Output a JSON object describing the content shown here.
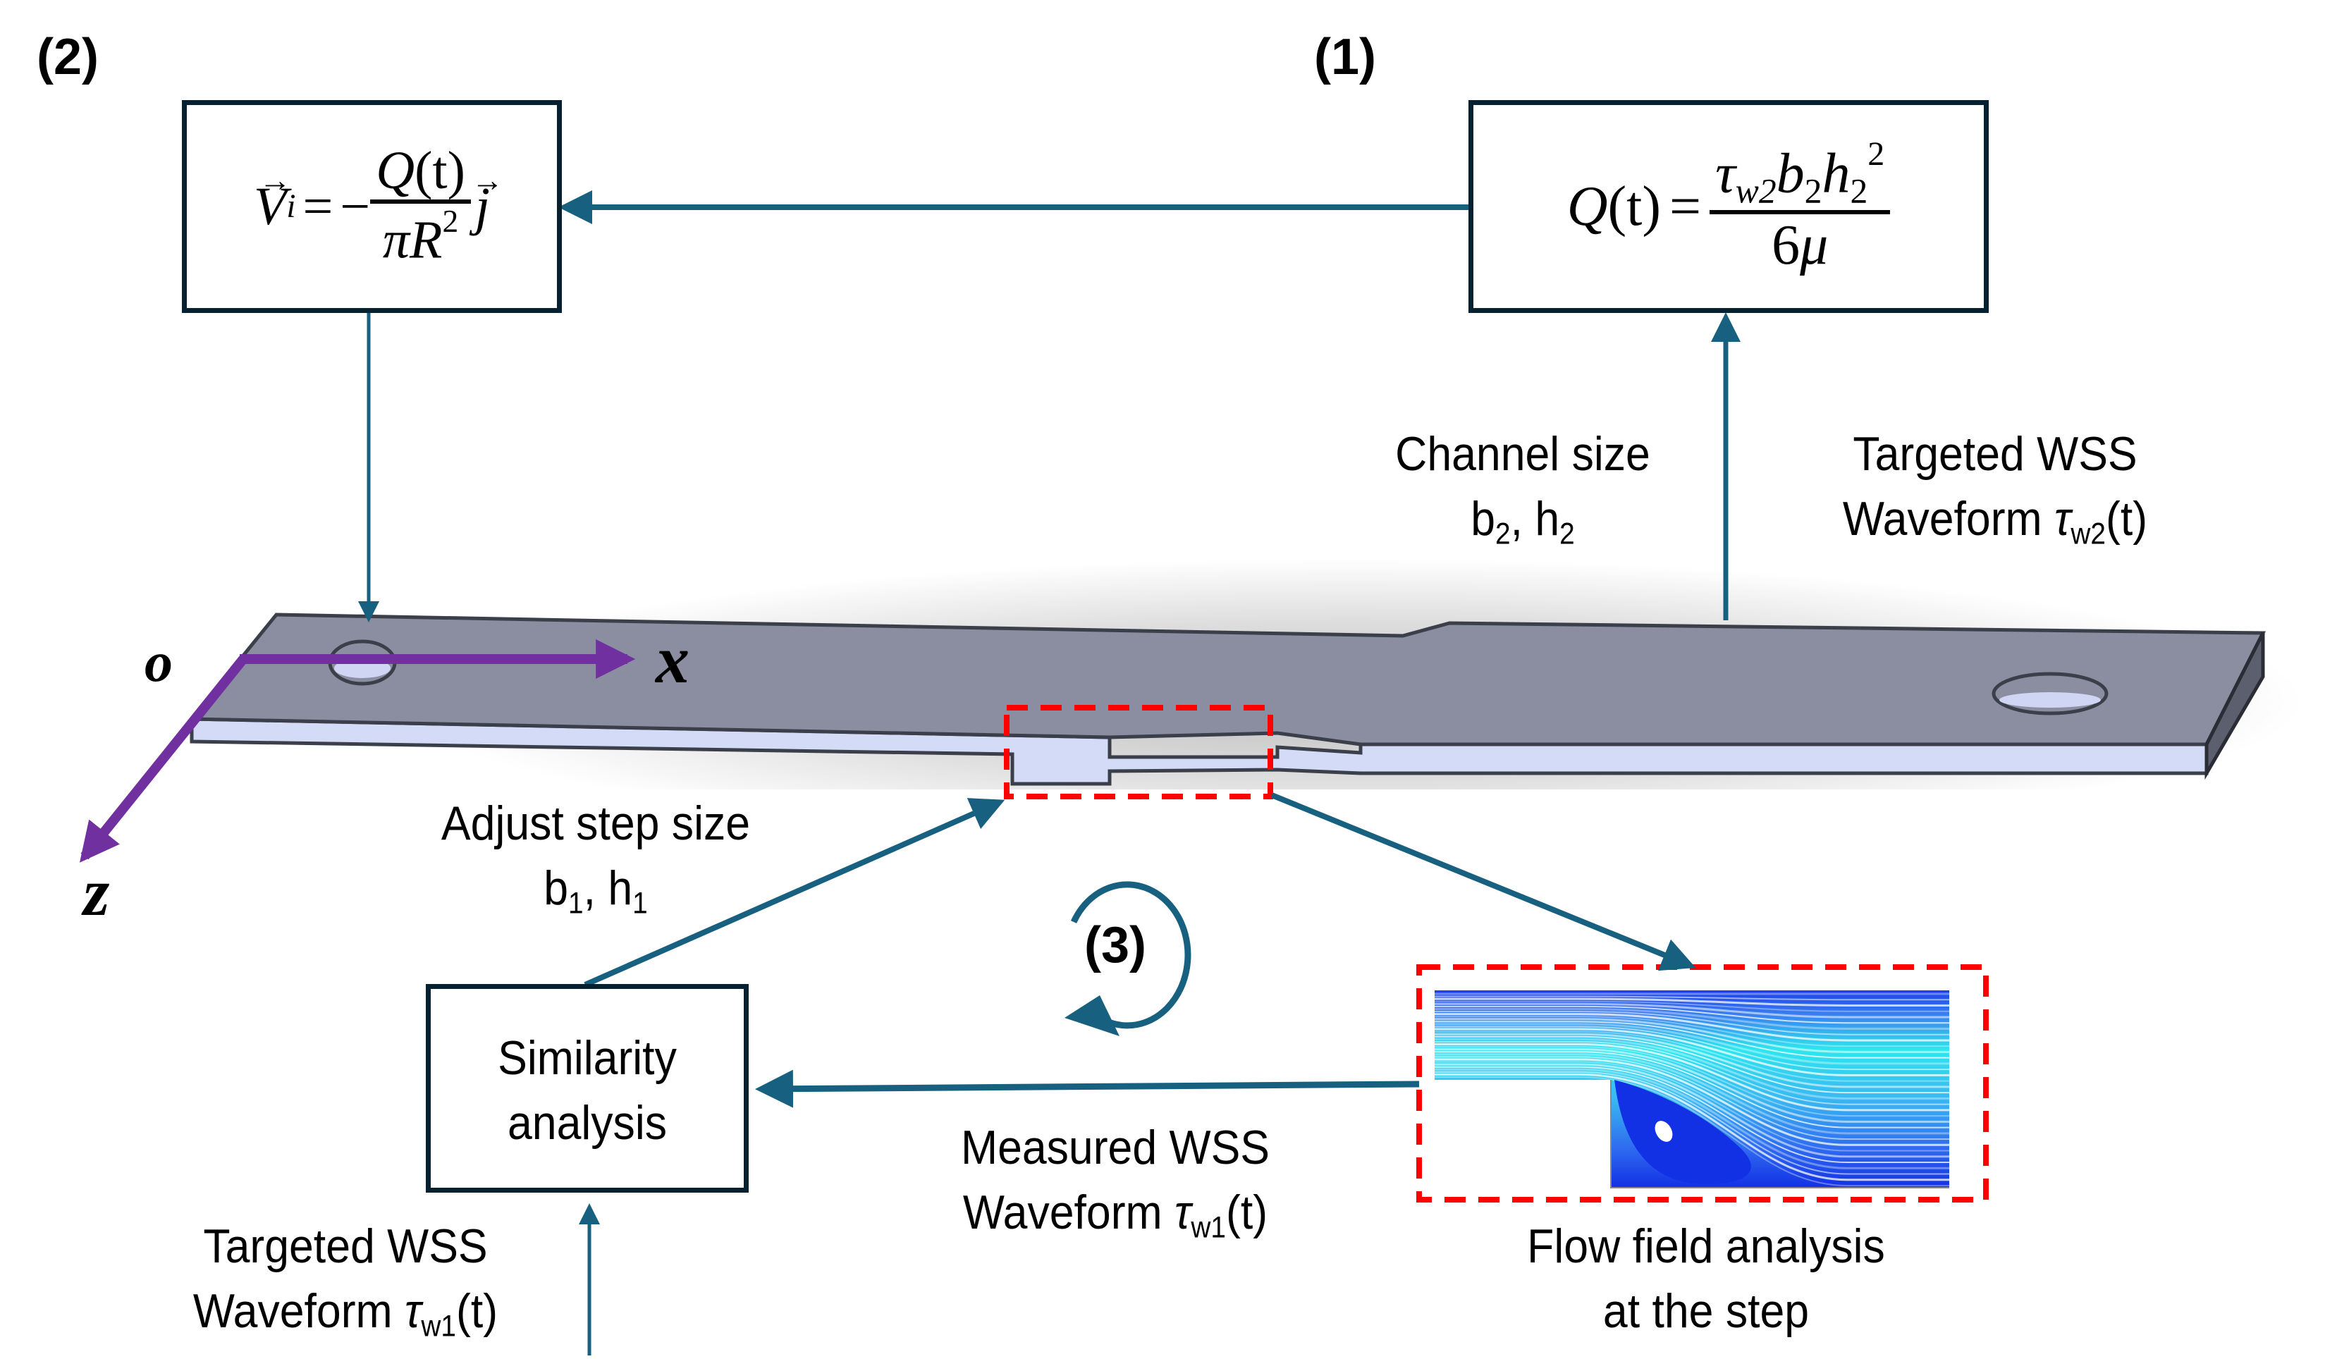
{
  "steps": {
    "step1": "(1)",
    "step2": "(2)",
    "step3": "(3)"
  },
  "equations": {
    "flow_rate": {
      "lhs": "Q",
      "lhs_arg": "(t)",
      "equals": "=",
      "num_tau": "τ",
      "num_tau_sub": "w2",
      "num_b": "b",
      "num_b_sub": "2",
      "num_h": "h",
      "num_h_sub": "2",
      "num_h_sup": "2",
      "den_coef": "6",
      "den_mu": "μ"
    },
    "inlet_velocity": {
      "lhs": "V",
      "lhs_sub": "i",
      "equals": "=",
      "minus": "−",
      "num": "Q",
      "num_arg": "(t)",
      "den_pi": "π",
      "den_r": "R",
      "den_sup": "2",
      "unit_vec": "j"
    }
  },
  "labels": {
    "channel_size_line1": "Channel size",
    "channel_size_b": "b",
    "channel_size_b_sub": "2",
    "channel_size_sep": ", ",
    "channel_size_h": "h",
    "channel_size_h_sub": "2",
    "targeted_wss2_line1": "Targeted WSS",
    "targeted_wss2_line2": "Waveform ",
    "targeted_wss2_tau": "τ",
    "targeted_wss2_sub": "w2",
    "targeted_wss2_arg": "(t)",
    "adjust_step_line1": "Adjust step size",
    "adjust_step_b": "b",
    "adjust_step_b_sub": "1",
    "adjust_step_sep": ", ",
    "adjust_step_h": "h",
    "adjust_step_h_sub": "1",
    "similarity_line1": "Similarity",
    "similarity_line2": "analysis",
    "measured_wss_line1": "Measured WSS",
    "measured_wss_line2": "Waveform ",
    "measured_wss_tau": "τ",
    "measured_wss_sub": "w1",
    "measured_wss_arg": "(t)",
    "targeted_wss1_line1": "Targeted WSS",
    "targeted_wss1_line2": "Waveform ",
    "targeted_wss1_tau": "τ",
    "targeted_wss1_sub": "w1",
    "targeted_wss1_arg": "(t)",
    "flow_field_line1": "Flow field analysis",
    "flow_field_line2": "at the step"
  },
  "axes": {
    "origin": "o",
    "x": "x",
    "z": "z"
  },
  "colors": {
    "arrow": "#17607f",
    "box_border": "#062230",
    "axis": "#7030a0",
    "highlight": "#ff0000",
    "channel_top": "#8a8ea0",
    "channel_side": "#d4dbf6"
  }
}
